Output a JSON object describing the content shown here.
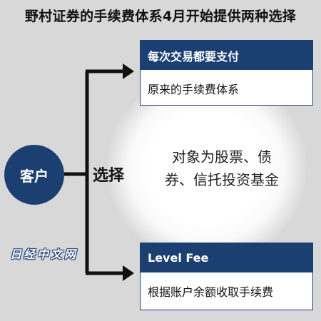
{
  "title": "野村证券的手续费体系4月开始提供两种选择",
  "customer": "客户",
  "choice": "选择",
  "top_option": {
    "heading": "每次交易都要支付",
    "body": "原来的手续费体系"
  },
  "bottom_option": {
    "heading": "Level Fee",
    "body": "根据账户余额收取手续费"
  },
  "scope_note": {
    "line1": "对象为股票、债",
    "line2": "券、信托投资基金"
  },
  "watermark": "日经中文网",
  "colors": {
    "navy": "#1c3f72",
    "background": "#d8d8d8",
    "connector": "#111111"
  }
}
